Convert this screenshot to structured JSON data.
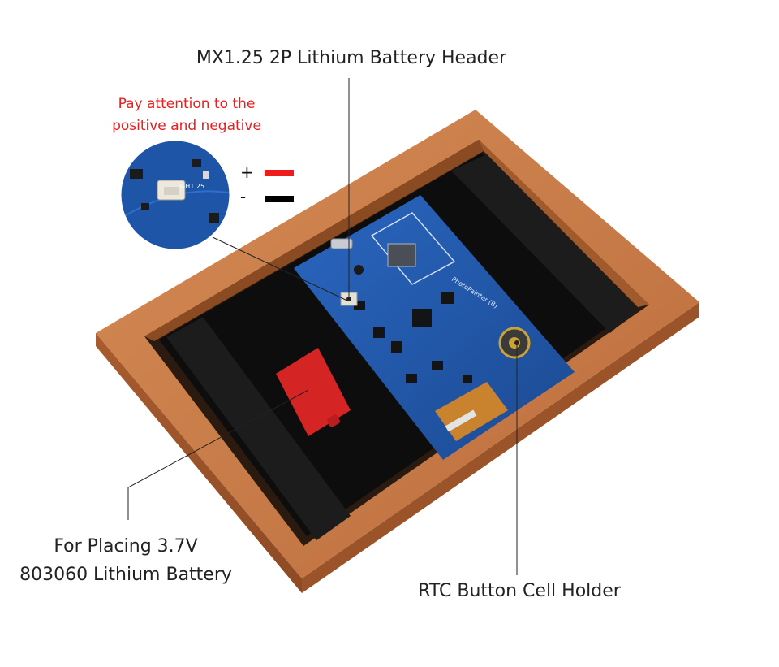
{
  "callouts": {
    "battery_header": "MX1.25 2P Lithium Battery Header",
    "polarity_note_line1": "Pay attention to the",
    "polarity_note_line2": "positive and negative",
    "positive_symbol": "+",
    "negative_symbol": "-",
    "battery_slot_line1": "For Placing 3.7V",
    "battery_slot_line2": "803060 Lithium Battery",
    "rtc_holder": "RTC Button Cell Holder"
  },
  "board": {
    "connector_silkscreen": "GH1.25",
    "board_silkscreen": "PhotoPainter (B)"
  },
  "colors": {
    "wood_frame": "#c77a45",
    "pcb": "#1f56a8",
    "foam": "#1a1a1a",
    "backing": "#0d0d0d",
    "battery_pad": "#d42424",
    "warning_text": "#ee1c1c",
    "positive_wire": "#ee1c1c",
    "negative_wire": "#000000"
  }
}
